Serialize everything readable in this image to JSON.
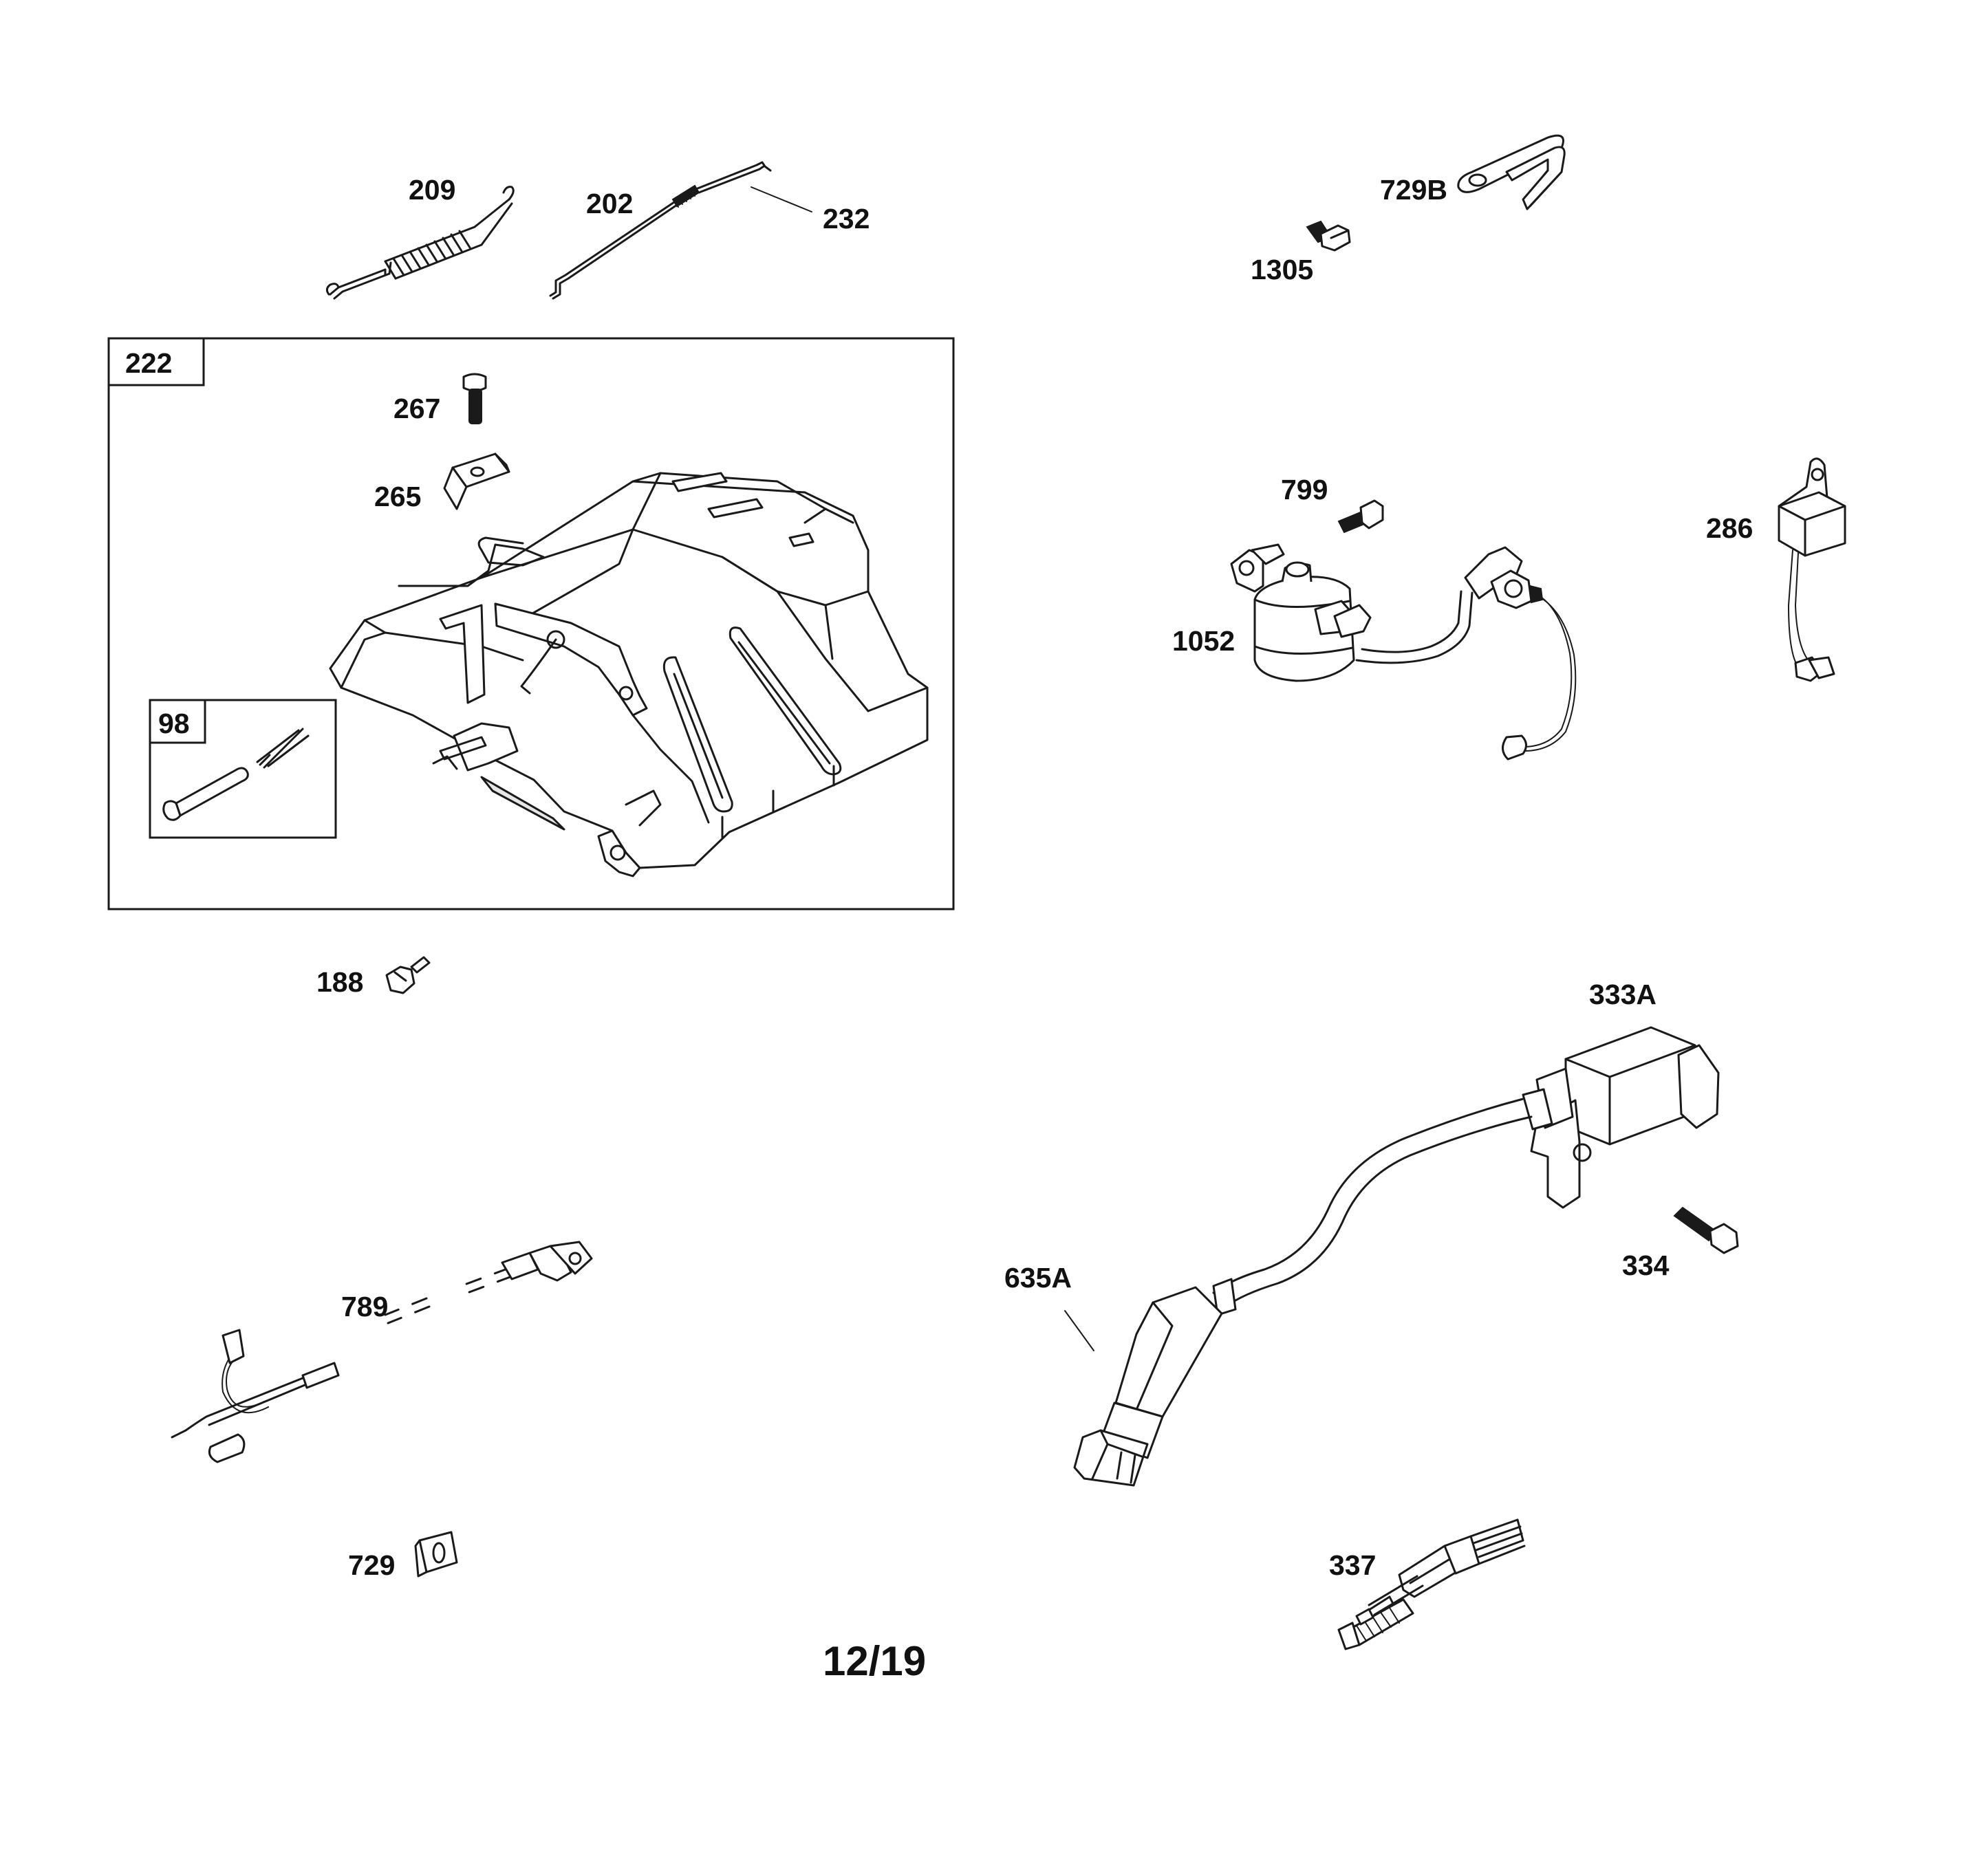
{
  "page_label": "12/19",
  "callouts": {
    "c209": "209",
    "c202": "202",
    "c232": "232",
    "c729b": "729B",
    "c1305": "1305",
    "c222": "222",
    "c267": "267",
    "c265": "265",
    "c98": "98",
    "c799": "799",
    "c1052": "1052",
    "c286": "286",
    "c188": "188",
    "c333a": "333A",
    "c334": "334",
    "c635a": "635A",
    "c789": "789",
    "c729": "729",
    "c337": "337"
  }
}
